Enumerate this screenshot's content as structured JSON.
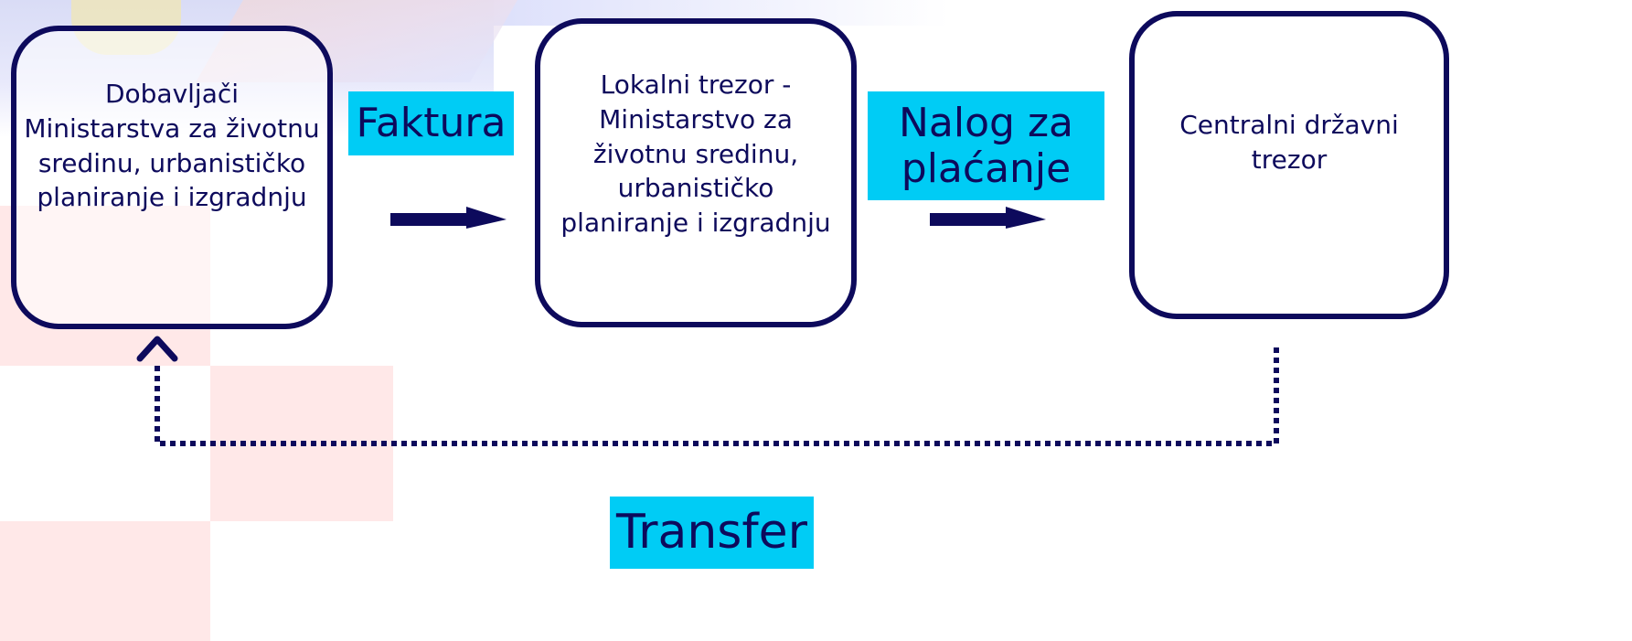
{
  "colors": {
    "navy": "#0d0a5c",
    "label_bg": "#00ccf5"
  },
  "diagram": {
    "nodes": [
      {
        "id": "suppliers",
        "text": "Dobavljači\nMinistarstva za životnu\nsredinu, urbanističko\nplaniranje i izgradnju"
      },
      {
        "id": "local_treasury",
        "text": "Lokalni trezor -\nMinistarstvo za\nživotnu sredinu,\nurbanističko\nplaniranje i izgradnju"
      },
      {
        "id": "central_treasury",
        "text": "Centralni državni\ntrezor"
      }
    ],
    "edges": [
      {
        "from": "suppliers",
        "to": "local_treasury",
        "label": "Faktura",
        "style": "solid-arrow"
      },
      {
        "from": "local_treasury",
        "to": "central_treasury",
        "label": "Nalog za\nplaćanje",
        "style": "solid-arrow"
      },
      {
        "from": "central_treasury",
        "to": "suppliers",
        "label": "Transfer",
        "style": "dotted-arrow"
      }
    ]
  }
}
